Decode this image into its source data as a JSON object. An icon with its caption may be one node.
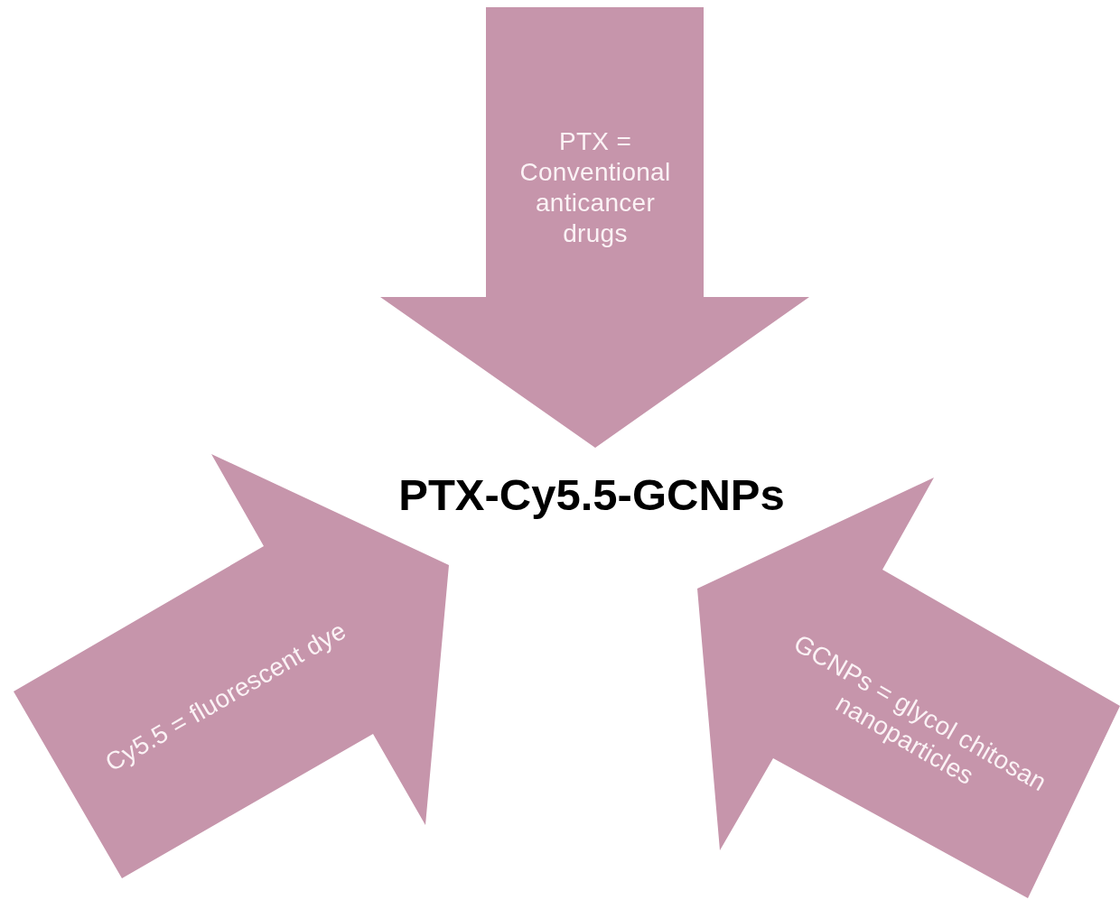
{
  "diagram": {
    "nodes": [
      {
        "text": [
          "PTX = Conventional anticancer drugs"
        ]
      },
      {
        "text": [
          "Cy5.5 = fluorescent dye"
        ]
      },
      {
        "text": [
          "GCNPs = glycol chitosan nanoparticles"
        ]
      },
      {
        "text": [
          "PTX-Cy5.5-GCNPs"
        ]
      }
    ]
  }
}
